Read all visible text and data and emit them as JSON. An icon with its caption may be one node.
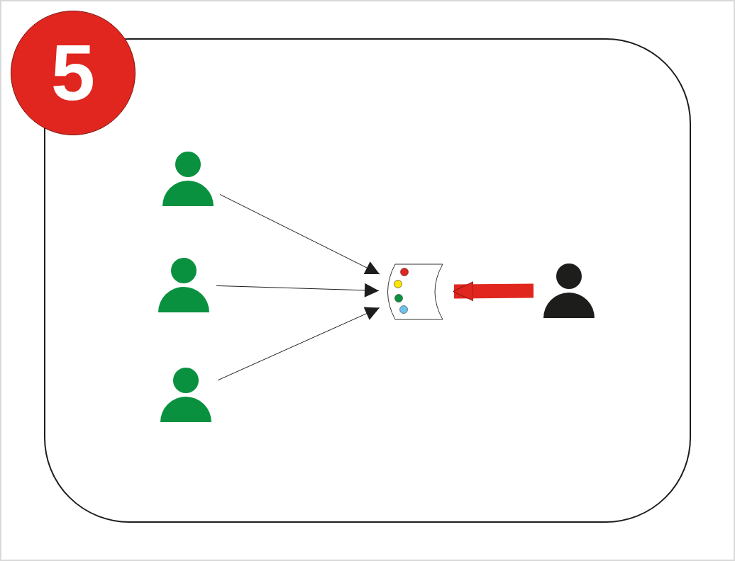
{
  "diagram": {
    "nodes": [
      {
        "text": [
          "5"
        ]
      },
      {
        "text": [],
        "shape": "person"
      },
      {
        "text": [],
        "shape": "person"
      },
      {
        "text": [],
        "shape": "person"
      },
      {
        "text": [],
        "shape": "scroll"
      },
      {
        "text": [],
        "shape": "person"
      }
    ],
    "edges": [
      {
        "from": 1,
        "to": 4,
        "arrow": "to"
      },
      {
        "from": 2,
        "to": 4,
        "arrow": "to"
      },
      {
        "from": 3,
        "to": 4,
        "arrow": "to"
      },
      {
        "from": 5,
        "to": 4,
        "arrow": "to",
        "style": "thick",
        "color": "#e0261f"
      }
    ]
  }
}
